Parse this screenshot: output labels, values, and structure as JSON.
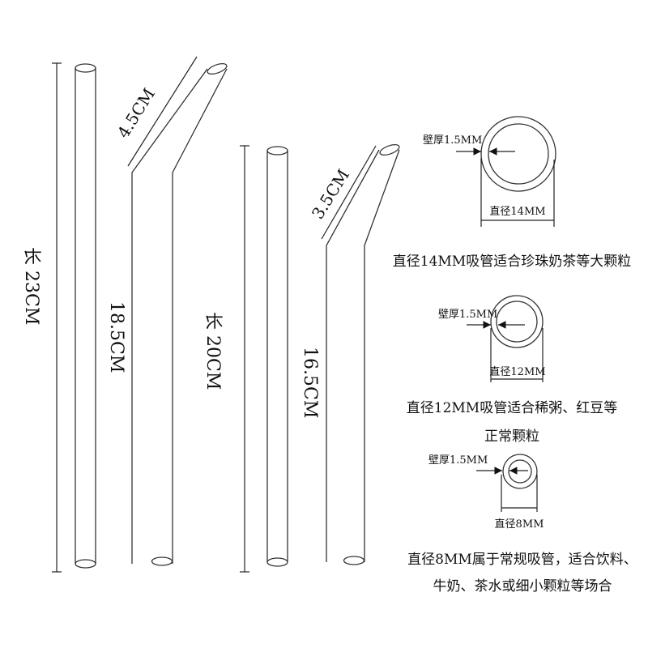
{
  "straws": {
    "s1_length": "长 23CM",
    "s2_bend": "4.5CM",
    "s2_straight": "18.5CM",
    "s3_length": "长 20CM",
    "s4_bend": "3.5CM",
    "s4_straight": "16.5CM"
  },
  "sizes": [
    {
      "wall": "壁厚1.5MM",
      "diameter": "直径14MM",
      "desc1": "直径14MM吸管适合珍珠奶茶等大颗粒"
    },
    {
      "wall": "壁厚1.5MM",
      "diameter": "直径12MM",
      "desc1": "直径12MM吸管适合稀粥、红豆等",
      "desc2": "正常颗粒"
    },
    {
      "wall": "壁厚1.5MM",
      "diameter": "直径8MM",
      "desc1": "直径8MM属于常规吸管，适合饮料、",
      "desc2": "牛奶、茶水或细小颗粒等场合"
    }
  ]
}
